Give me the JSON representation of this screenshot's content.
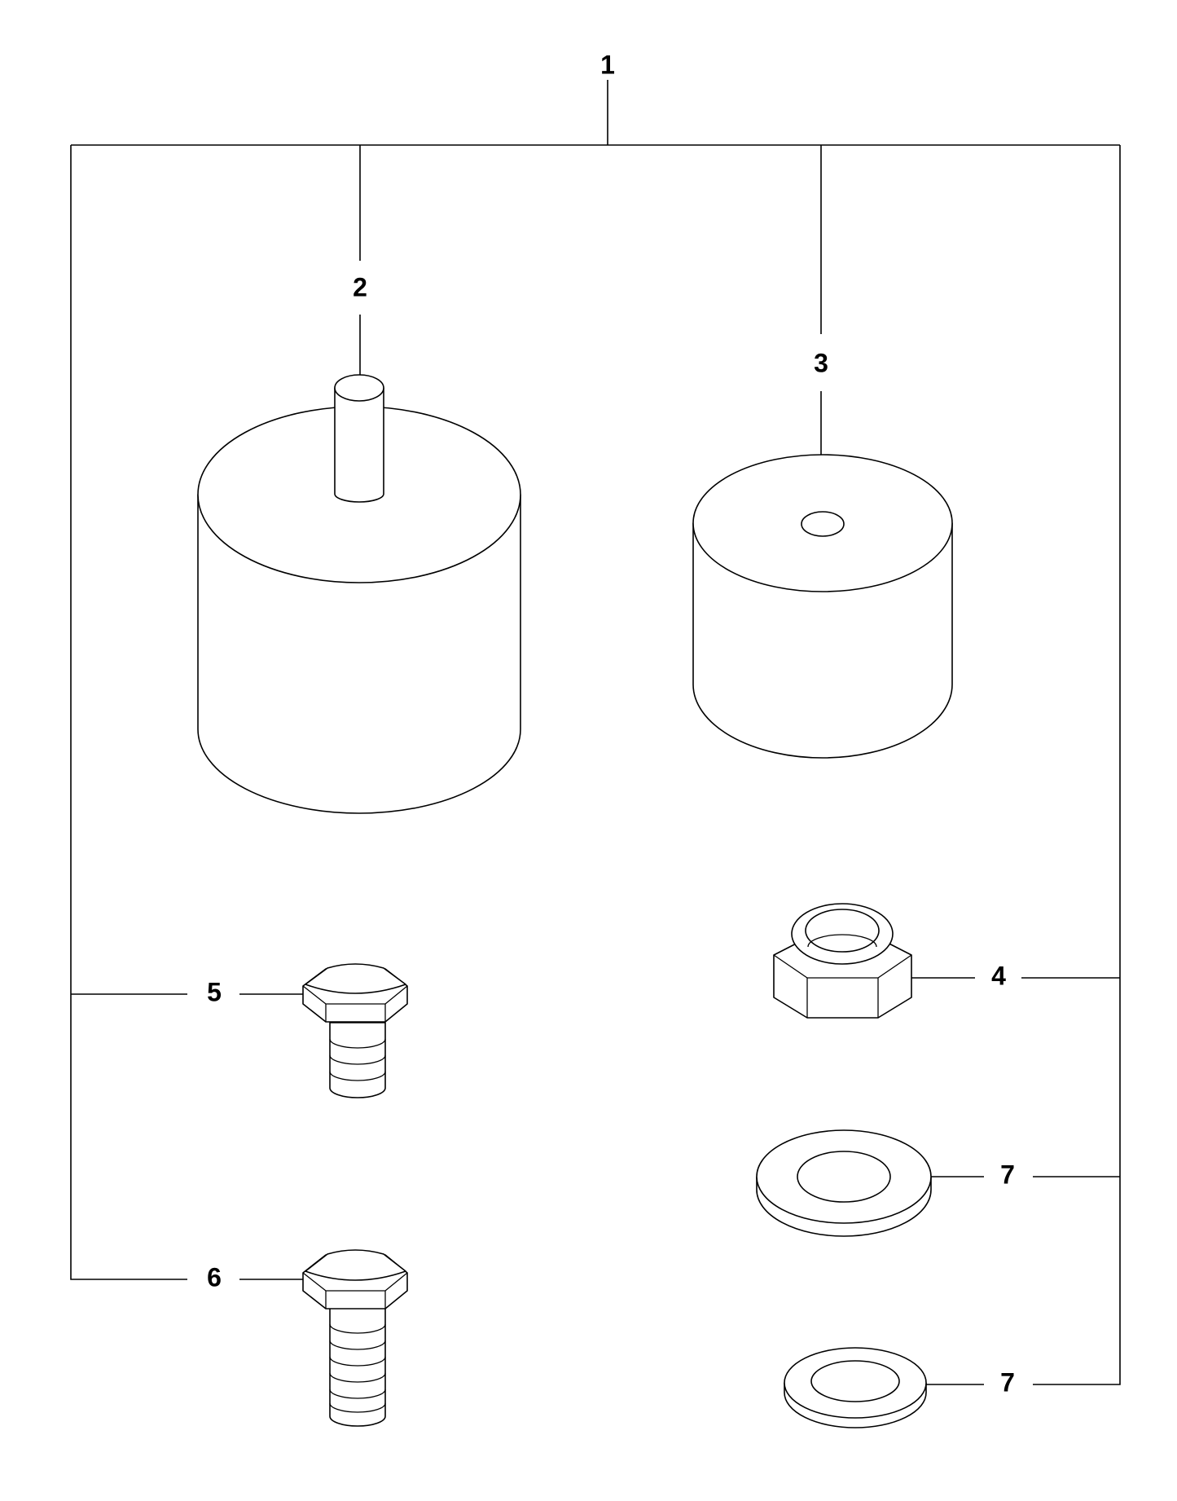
{
  "diagram": {
    "type": "exploded-parts-diagram",
    "callouts": [
      {
        "id": "kit",
        "label": "1"
      },
      {
        "id": "mount-stud",
        "label": "2"
      },
      {
        "id": "mount-hole",
        "label": "3"
      },
      {
        "id": "nut",
        "label": "4"
      },
      {
        "id": "bolt-short",
        "label": "5"
      },
      {
        "id": "bolt-long",
        "label": "6"
      },
      {
        "id": "washer-large",
        "label": "7"
      },
      {
        "id": "washer-small",
        "label": "7"
      }
    ],
    "colors": {
      "line": "#000000",
      "background": "#ffffff"
    }
  }
}
